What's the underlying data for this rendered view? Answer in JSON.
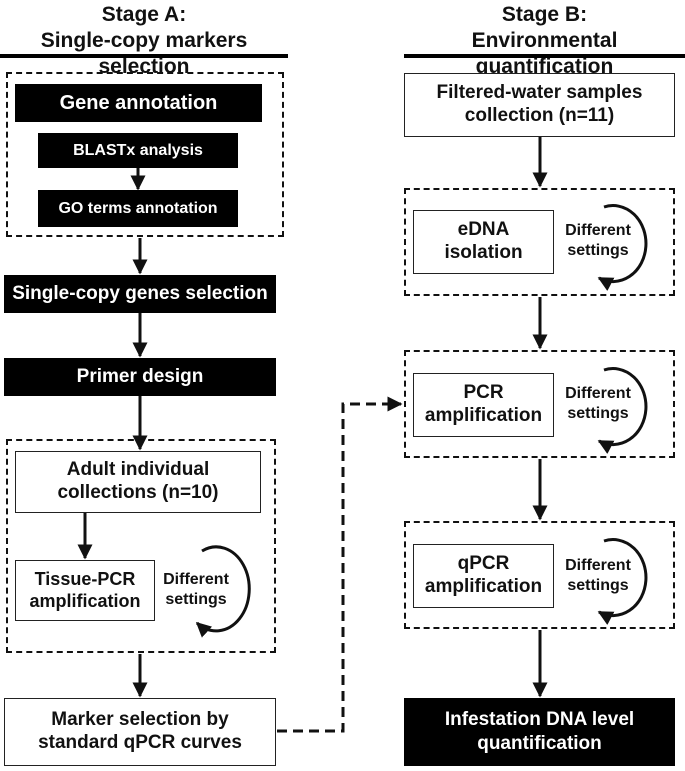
{
  "stage_a": {
    "title": "Stage A:",
    "subtitle": "Single-copy markers selection",
    "gene_annotation": "Gene annotation",
    "blastx": "BLASTx analysis",
    "go_terms": "GO terms annotation",
    "single_copy": "Single-copy genes selection",
    "primer_design": "Primer design",
    "adult_collections": [
      "Adult individual",
      "collections (n=10)"
    ],
    "tissue_pcr": [
      "Tissue-PCR",
      "amplification"
    ],
    "different_settings": [
      "Different",
      "settings"
    ],
    "marker_selection": [
      "Marker selection by",
      "standard qPCR curves"
    ]
  },
  "stage_b": {
    "title": "Stage B:",
    "subtitle": "Environmental quantification",
    "filtered_water": [
      "Filtered-water samples",
      "collection (n=11)"
    ],
    "edna": [
      "eDNA",
      "isolation"
    ],
    "pcr": [
      "PCR",
      "amplification"
    ],
    "qpcr": [
      "qPCR",
      "amplification"
    ],
    "different_settings": [
      "Different",
      "settings"
    ],
    "infestation": [
      "Infestation DNA level",
      "quantification"
    ]
  },
  "colors": {
    "black_box": "#000000",
    "line": "#111111",
    "background": "#ffffff"
  }
}
